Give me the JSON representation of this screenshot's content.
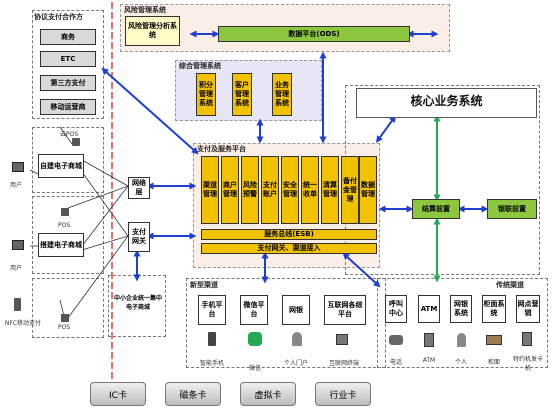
{
  "partners": {
    "title": "协议支付合作方",
    "items": [
      "商务",
      "ETC",
      "第三方支付",
      "移动运营商"
    ]
  },
  "risk": {
    "title": "风险管理系统",
    "analysis": "风险管理分析系统",
    "data_platform": "数据平台(ODS)"
  },
  "integrated": {
    "title": "综合管理系统",
    "items": [
      "积分管理系统",
      "客户管理系统",
      "业务管理系统"
    ]
  },
  "core": "核心业务系统",
  "payment": {
    "title": "支付及服务平台",
    "modules": [
      "渠道管理",
      "商户管理",
      "风险预警",
      "支付账户",
      "安全管理",
      "统一收单",
      "清算管理",
      "备付金管理",
      "数据管理"
    ],
    "esb": "服务总线(ESB)",
    "gateway": "支付网关、渠道接入"
  },
  "clearing": "结算前置",
  "bank": "银联前置",
  "left": {
    "cloud_pos": "云POS",
    "mall1": "自建电子商城",
    "pos1": "POS",
    "mall2": "搭建电子商城",
    "nfc": "NFC移动支付",
    "pos2": "POS",
    "user": "用户",
    "internet": "网络层",
    "pay_gateway": "支付网关",
    "third_party": "中小企业统一集中电子商城"
  },
  "new_channels": {
    "title": "新型渠道",
    "items": [
      "手机平台",
      "微信平台",
      "网银",
      "互联网各综平台"
    ],
    "labels": [
      "智能手机",
      "微信",
      "个人门户",
      "互联网终端"
    ]
  },
  "traditional": {
    "title": "传统渠道",
    "items": [
      "呼叫中心",
      "ATM",
      "网银系统",
      "柜面系统",
      "网点营销"
    ],
    "labels": [
      "电话",
      "ATM",
      "个人",
      "柜面",
      "特约机发卡机"
    ]
  },
  "cards": [
    "IC卡",
    "磁条卡",
    "虚拟卡",
    "行业卡"
  ],
  "colors": {
    "yellow": "#f2c200",
    "green": "#8dc63f",
    "blue_arrow": "#1f3fd0",
    "green_arrow": "#22aa55",
    "red_line": "#e02020",
    "peach": "#fbeee6",
    "lavender": "#e7e6f7",
    "light_yellow": "#fffcc8"
  }
}
